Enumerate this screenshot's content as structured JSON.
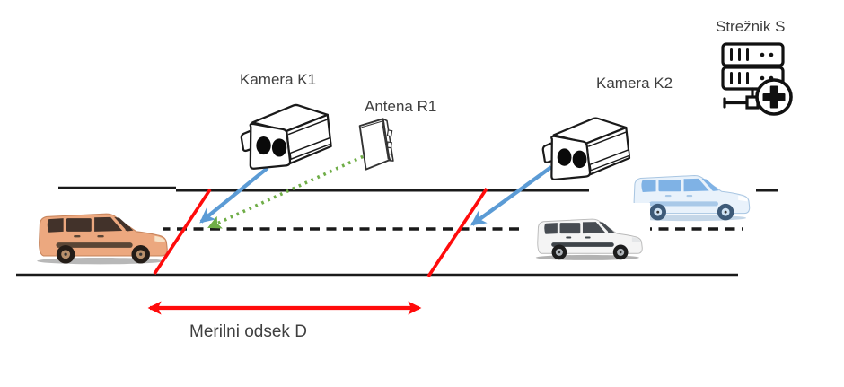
{
  "diagram": {
    "labels": {
      "camera1": "Kamera K1",
      "antenna1": "Antena R1",
      "camera2": "Kamera K2",
      "server": "Strežnik S",
      "measurement_section": "Merilni odsek D"
    },
    "icons": [
      {
        "name": "camera-k1-icon",
        "meaning": "roadside camera"
      },
      {
        "name": "antenna-r1-icon",
        "meaning": "flat panel antenna"
      },
      {
        "name": "camera-k2-icon",
        "meaning": "roadside camera"
      },
      {
        "name": "server-plus-icon",
        "meaning": "server rack with network node and plus badge"
      },
      {
        "name": "van-orange",
        "meaning": "vehicle entering measuring section"
      },
      {
        "name": "van-white",
        "meaning": "vehicle at section start"
      },
      {
        "name": "van-blue",
        "meaning": "vehicle in far lane"
      }
    ],
    "colors": {
      "camera_link": "#5B9BD5",
      "antenna_link": "#6FAD47",
      "gate": "#FF0B0B",
      "measurement_arrow": "#FF0B0B",
      "road": "#1a1a1a",
      "label_text": "#3F3F3F",
      "van_orange": "#ECA87F",
      "van_white": "#F2F2F2",
      "van_blue": "#E3EEF9"
    }
  }
}
